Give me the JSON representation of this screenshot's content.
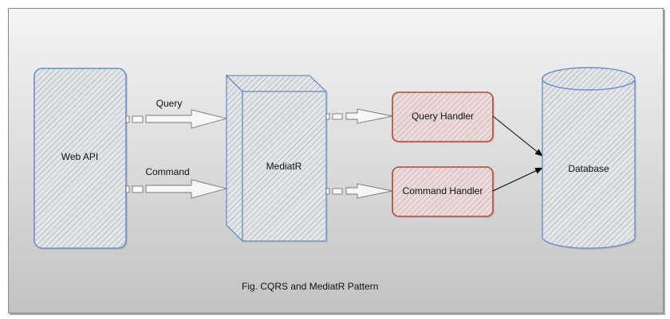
{
  "diagram": {
    "caption": "Fig. CQRS and MediatR Pattern",
    "nodes": {
      "web_api": "Web API",
      "mediatr": "MediatR",
      "query_handler": "Query Handler",
      "command_handler": "Command Handler",
      "database": "Database"
    },
    "edges": {
      "query": "Query",
      "command": "Command"
    },
    "colors": {
      "blue_outline": "#6a8fc8",
      "red_outline": "#b5453b",
      "hatch": "#9a9a9a",
      "red_hatch": "#c99a96"
    }
  }
}
